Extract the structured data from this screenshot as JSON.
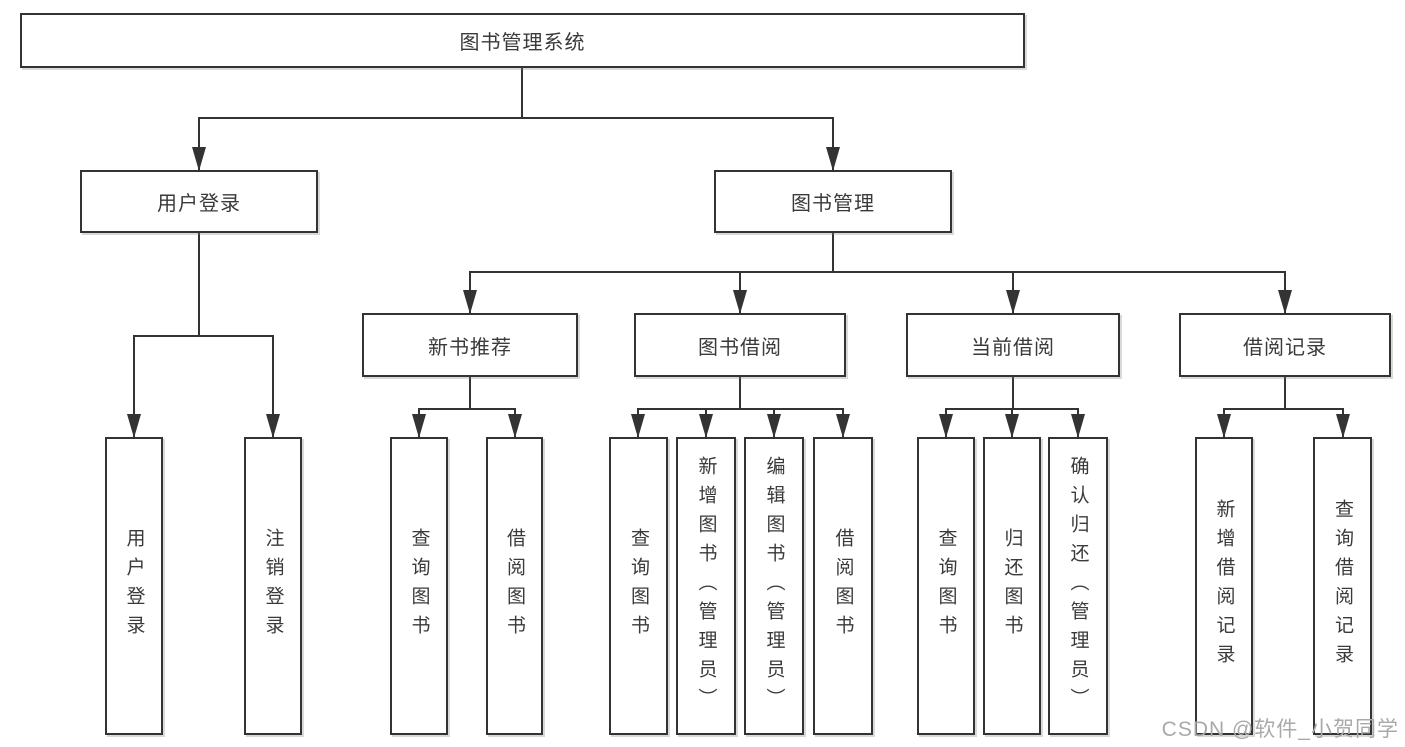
{
  "diagram_title": "图书管理系统",
  "nodes": {
    "root": {
      "label": "图书管理系统"
    },
    "user_login": {
      "label": "用户登录",
      "children": [
        {
          "label": "用户登录"
        },
        {
          "label": "注销登录"
        }
      ]
    },
    "book_mgmt": {
      "label": "图书管理"
    },
    "new_book": {
      "label": "新书推荐",
      "children": [
        {
          "label": "查询图书"
        },
        {
          "label": "借阅图书"
        }
      ]
    },
    "book_borrow": {
      "label": "图书借阅",
      "children": [
        {
          "label": "查询图书"
        },
        {
          "label": "新增图书（管理员）"
        },
        {
          "label": "编辑图书（管理员）"
        },
        {
          "label": "借阅图书"
        }
      ]
    },
    "current_borrow": {
      "label": "当前借阅",
      "children": [
        {
          "label": "查询图书"
        },
        {
          "label": "归还图书"
        },
        {
          "label": "确认归还（管理员）"
        }
      ]
    },
    "borrow_record": {
      "label": "借阅记录",
      "children": [
        {
          "label": "新增借阅记录"
        },
        {
          "label": "查询借阅记录"
        }
      ]
    }
  },
  "watermark": "CSDN @软件_小贺同学",
  "colors": {
    "line": "#333333",
    "box_border": "#333333",
    "text": "#3a3a3a",
    "watermark": "#a9a9a9",
    "background": "#ffffff"
  }
}
